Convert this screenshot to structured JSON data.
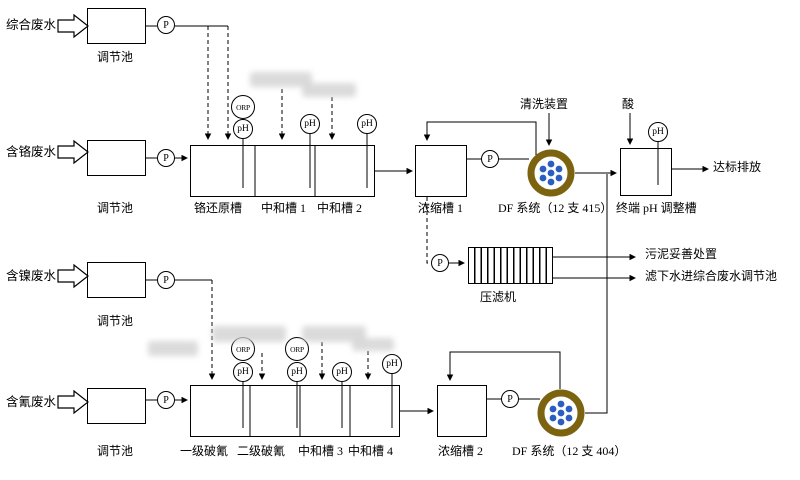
{
  "streams": {
    "comprehensive": "综合废水",
    "chromium": "含铬废水",
    "nickel": "含镍废水",
    "cyanide": "含氰废水"
  },
  "units": {
    "regulating_tank": "调节池",
    "chrome_reduction": "铬还原槽",
    "neutral_1": "中和槽 1",
    "neutral_2": "中和槽 2",
    "concentrate_1": "浓缩槽 1",
    "df_system_1": "DF 系统（12 支 415）",
    "final_ph": "终端 pH 调整槽",
    "filter_press": "压滤机",
    "cyanide_break_1": "一级破氰",
    "cyanide_break_2": "二级破氰",
    "neutral_3": "中和槽 3",
    "neutral_4": "中和槽 4",
    "concentrate_2": "浓缩槽 2",
    "df_system_2": "DF 系统（12 支 404）"
  },
  "annotations": {
    "cleaning_device": "清洗装置",
    "acid": "酸",
    "discharge": "达标排放",
    "sludge_disposal": "污泥妥善处置",
    "filtrate_return": "滤下水进综合废水调节池"
  },
  "instruments": {
    "pump": "P",
    "ph": "pH",
    "orp": "ORP"
  },
  "colors": {
    "df_ring": "#7c6310",
    "df_dot": "#2b5fbf",
    "line": "#000000"
  }
}
